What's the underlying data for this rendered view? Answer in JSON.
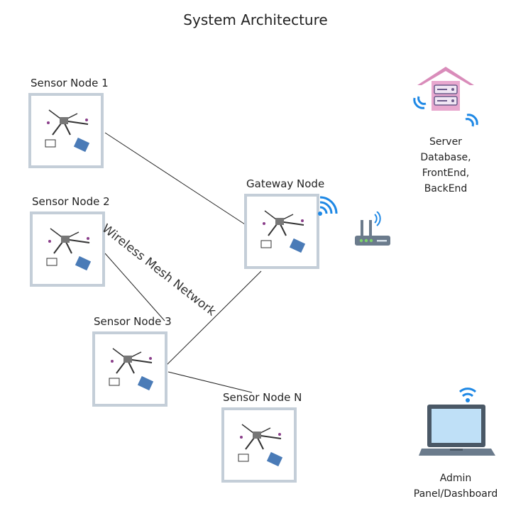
{
  "title": "System Architecture",
  "mesh_label": "Wireless Mesh Network",
  "nodes": {
    "sensor1": "Sensor Node 1",
    "sensor2": "Sensor Node 2",
    "sensor3": "Sensor Node 3",
    "sensorN": "Sensor Node N",
    "gateway": "Gateway Node"
  },
  "server": {
    "line1": "Server",
    "line2": "Database,",
    "line3": "FrontEnd,",
    "line4": "BackEnd"
  },
  "admin": {
    "line1": "Admin",
    "line2": "Panel/Dashboard"
  },
  "icons": [
    "server-house-icon",
    "router-icon",
    "laptop-icon",
    "wifi-icon",
    "circuit-board-icon"
  ],
  "colors": {
    "box_border": "#c4ced8",
    "wifi": "#1e88e5",
    "laptop_screen": "#bfe0f7",
    "house_roof": "#d98cba"
  }
}
